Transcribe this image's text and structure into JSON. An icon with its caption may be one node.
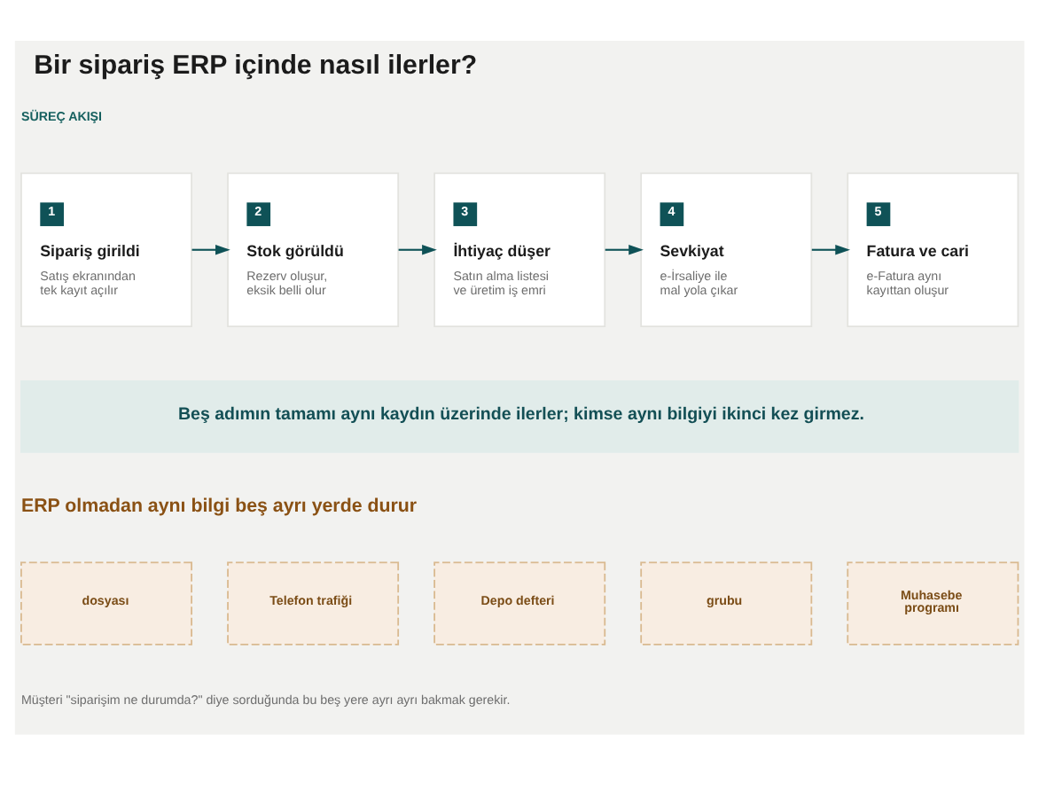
{
  "diagram": {
    "title": "Bir sipariş ERP içinde nasıl ilerler?",
    "nodes": [
      {
        "text": [
          "1",
          "Sipariş girildi",
          "Satış ekranından tek kayıt açılır"
        ]
      },
      {
        "text": [
          "2",
          "Stok görüldü",
          "Rezerv oluşur, eksik belli olur"
        ]
      },
      {
        "text": [
          "3",
          "İhtiyaç düşer",
          "Satın alma listesi ve üretim iş emri"
        ]
      },
      {
        "text": [
          "4",
          "Sevkiyat",
          "e-İrsaliye ile mal yola çıkar"
        ]
      },
      {
        "text": [
          "5",
          "Fatura ve cari",
          "e-Fatura aynı kayıttan oluşur"
        ]
      },
      {
        "text": [
          "Beş adımın tamamı aynı kaydın üzerinde ilerler; kimse aynı bilgiyi ikinci kez girmez."
        ]
      },
      {
        "text": [
          "dosyası"
        ]
      },
      {
        "text": [
          "Telefon trafiği"
        ]
      },
      {
        "text": [
          "Depo defteri"
        ]
      },
      {
        "text": [
          "grubu"
        ]
      },
      {
        "text": [
          "Muhasebe programı"
        ]
      }
    ],
    "edges": [
      {
        "from": 0,
        "to": 1,
        "arrow": "to"
      },
      {
        "from": 1,
        "to": 2,
        "arrow": "to"
      },
      {
        "from": 2,
        "to": 3,
        "arrow": "to"
      },
      {
        "from": 3,
        "to": 4,
        "arrow": "to"
      }
    ],
    "labels": [
      "SÜREÇ AKIŞI",
      "ERP olmadan aynı bilgi beş ayrı yerde durur",
      "Müşteri \"siparişim ne durumda?\" diye sorduğunda bu beş yere ayrı ayrı bakmak gerekir."
    ]
  }
}
